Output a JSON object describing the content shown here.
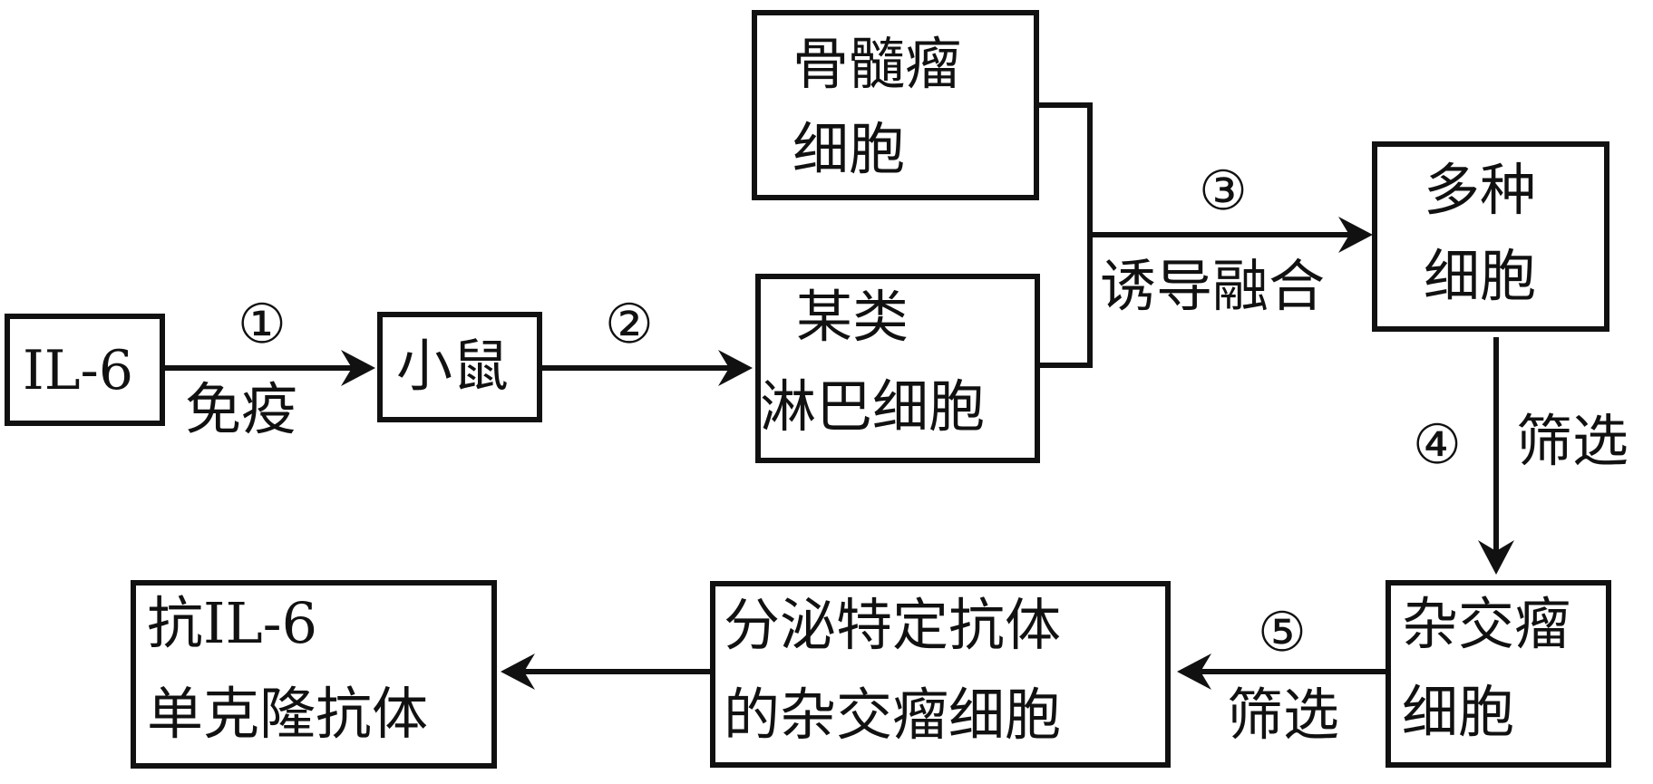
{
  "nodes": {
    "il6": "IL-6",
    "mouse": "小鼠",
    "myeloma_line1": "骨髓瘤",
    "myeloma_line2": "细胞",
    "lymph_line1": "某类",
    "lymph_line2": "淋巴细胞",
    "multi_line1": "多种",
    "multi_line2": "细胞",
    "hybridoma_line1": "杂交瘤",
    "hybridoma_line2": "细胞",
    "secreting_line1": "分泌特定抗体",
    "secreting_line2": "的杂交瘤细胞",
    "antibody_line1": "抗IL-6",
    "antibody_line2": "单克隆抗体"
  },
  "steps": {
    "s1_num": "①",
    "s1_label": "免疫",
    "s2_num": "②",
    "s3_num": "③",
    "s3_label": "诱导融合",
    "s4_num": "④",
    "s4_label": "筛选",
    "s5_num": "⑤",
    "s5_label": "筛选"
  }
}
